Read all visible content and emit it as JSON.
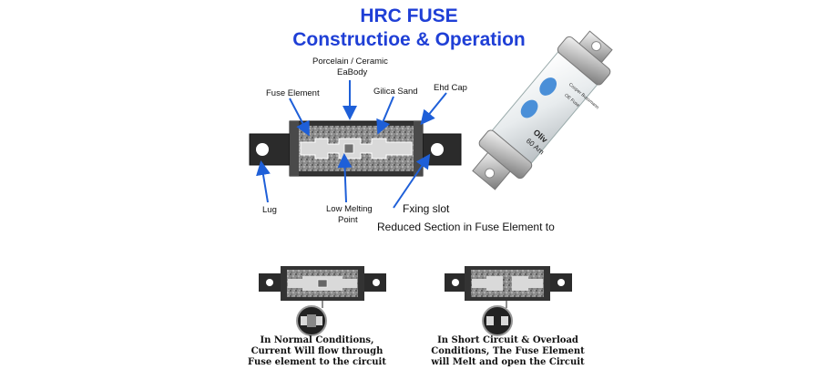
{
  "title": {
    "line1": "HRC FUSE",
    "line2": "Constructioe & Operation"
  },
  "labels": {
    "body_line1": "Porcelain / Ceramic",
    "body_line2": "EaBody",
    "fuse_element": "Fuse Element",
    "silica_sand": "Gilica Sand",
    "end_cap": "Ehd Cap",
    "lug": "Lug",
    "low_melting_line1": "Low Melting",
    "low_melting_line2": "Point",
    "fixing_slot": "Fxing slot",
    "reduced_section": "Reduced Section in Fuse Element to"
  },
  "captions": {
    "normal": [
      "In Normal Conditions,",
      "Current Will flow through",
      "Fuse element to the circuit"
    ],
    "short": [
      "In Short Circuit & Overload",
      "Conditions, The Fuse Element",
      "will Melt and open the Circuit"
    ]
  },
  "photo": {
    "label_lines": [
      "Cooper Bussmann",
      "OE Fuse",
      "Oliv",
      "60 Am"
    ]
  },
  "colors": {
    "title_blue": "#1f3fd6",
    "arrow_blue": "#1e5fd8",
    "fuse_body": "#3a3a3a",
    "sand": "#8c8c8c"
  }
}
